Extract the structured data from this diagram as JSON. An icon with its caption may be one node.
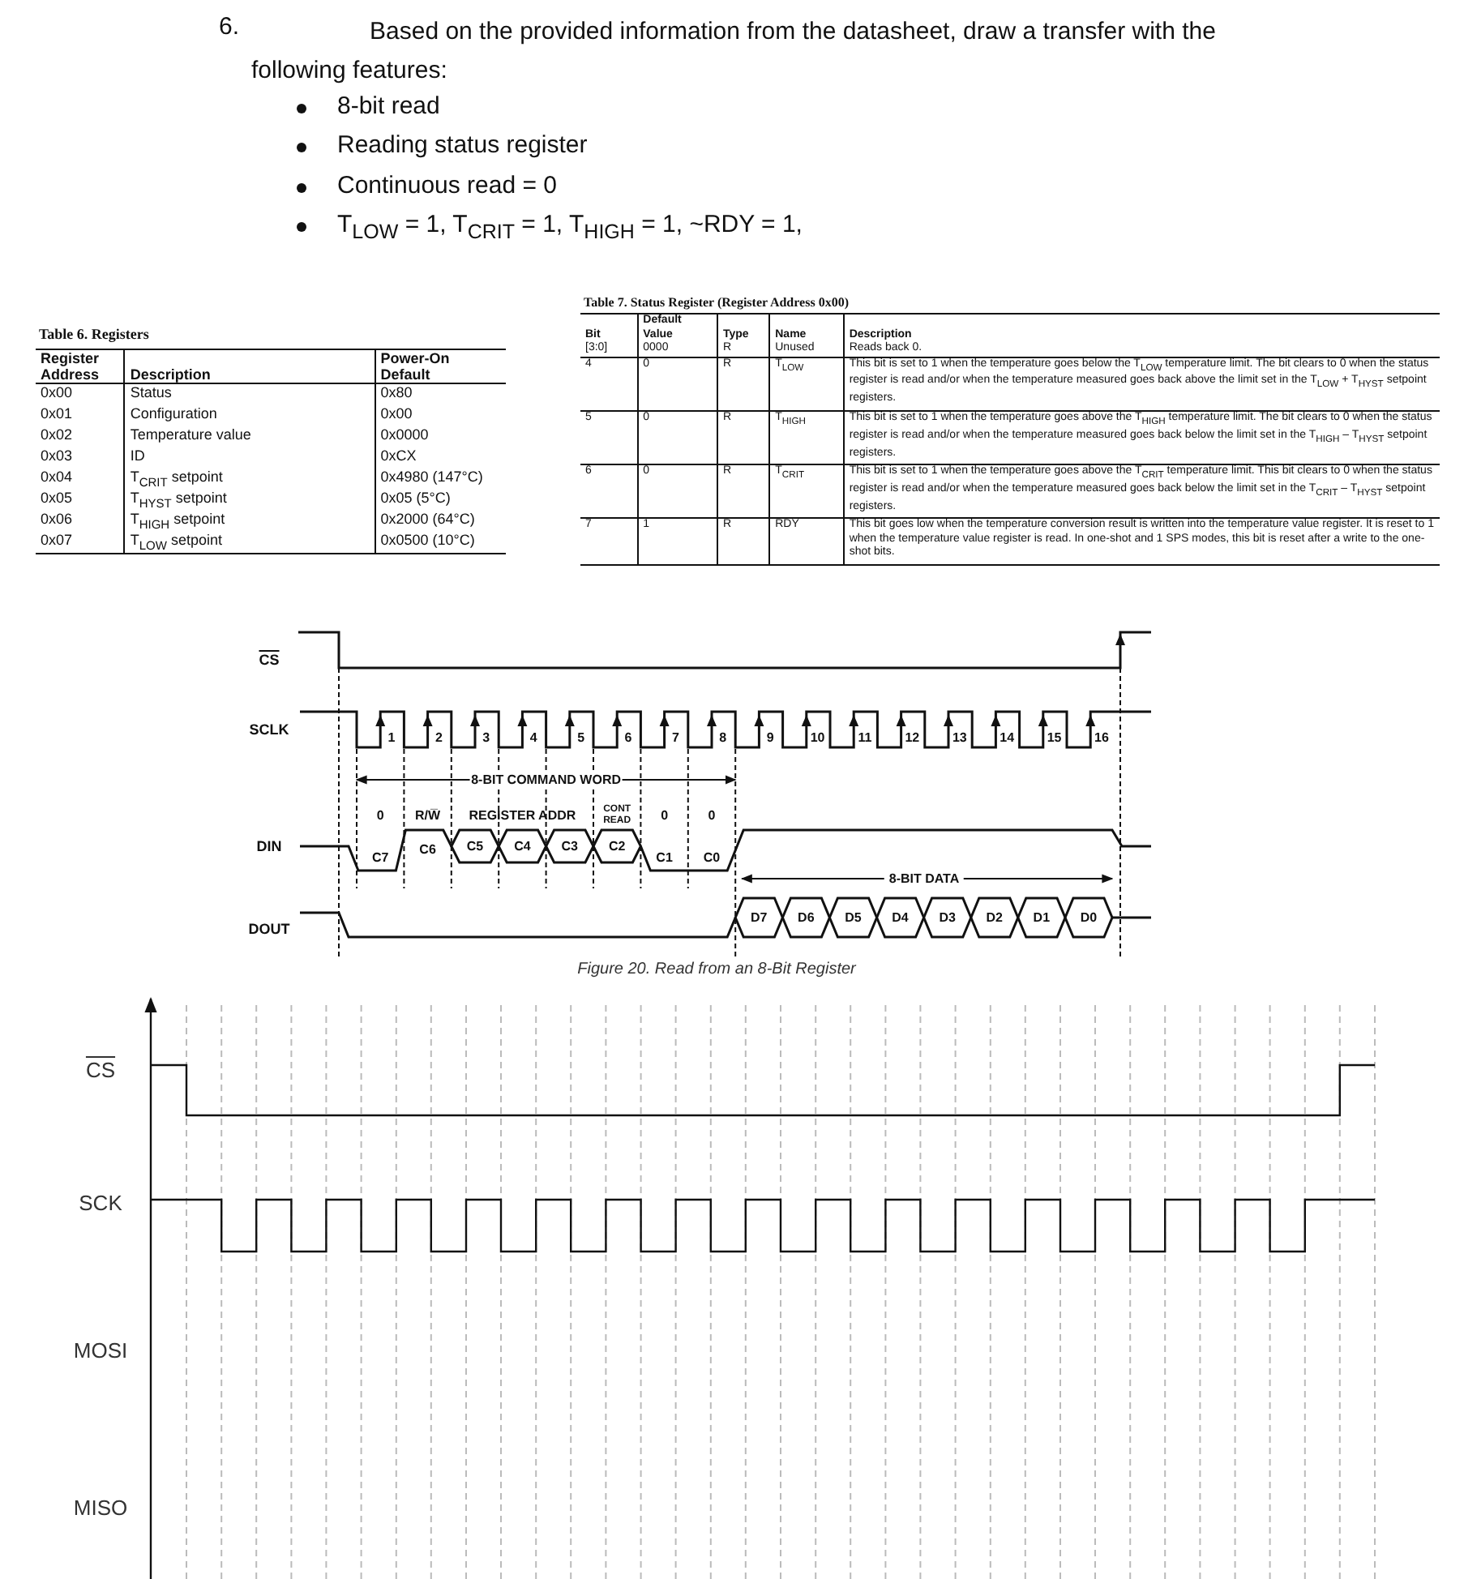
{
  "diagram": {
    "labels": [
      "6.",
      "Based on the provided information from the datasheet, draw a transfer with the following features:",
      "8-bit read",
      "Reading status register",
      "Continuous read = 0",
      "T$_{LOW}$ = 1, T$_{CRIT}$ = 1, T$_{HIGH}$ = 1, ~RDY = 1,",
      "Table 6. Registers",
      "Register Address",
      "Description",
      "Power-On Default",
      "0x00",
      "Status",
      "0x80",
      "0x01",
      "Configuration",
      "0x00",
      "0x02",
      "Temperature value",
      "0x0000",
      "0x03",
      "ID",
      "0xCX",
      "0x04",
      "T$_{CRIT}$ setpoint",
      "0x4980 (147°C)",
      "0x05",
      "T$_{HYST}$ setpoint",
      "0x05 (5°C)",
      "0x06",
      "T$_{HIGH}$ setpoint",
      "0x2000 (64°C)",
      "0x07",
      "T$_{LOW}$ setpoint",
      "0x0500 (10°C)",
      "Table 7. Status Register (Register Address 0x00)",
      "Bit",
      "Default Value",
      "Type",
      "Name",
      "Description",
      "[3:0]",
      "0000",
      "R",
      "Unused",
      "Reads back 0.",
      "4",
      "0",
      "R",
      "T$_{LOW}$",
      "This bit is set to 1 when the temperature goes below the T$_{LOW}$ temperature limit. The bit clears to 0 when the status register is read and/or when the temperature measured goes back above the limit set in the T$_{LOW}$ + T$_{HYST}$ setpoint registers.",
      "5",
      "0",
      "R",
      "T$_{HIGH}$",
      "This bit is set to 1 when the temperature goes above the T$_{HIGH}$ temperature limit. The bit clears to 0 when the status register is read and/or when the temperature measured goes back below the limit set in the T$_{HIGH}$ – T$_{HYST}$ setpoint registers.",
      "6",
      "0",
      "R",
      "T$_{CRIT}$",
      "This bit is set to 1 when the temperature goes above the T$_{CRIT}$ temperature limit. This bit clears to 0 when the status register is read and/or when the temperature measured goes back below the limit set in the T$_{CRIT}$ – T$_{HYST}$ setpoint registers.",
      "7",
      "1",
      "R",
      "RDY",
      "This bit goes low when the temperature conversion result is written into the temperature value register. It is reset to 1 when the temperature value register is read. In one-shot and 1 SPS modes, this bit is reset after a write to the one-shot bits.",
      "CS",
      "SCLK",
      "DIN",
      "DOUT",
      "1",
      "2",
      "3",
      "4",
      "5",
      "6",
      "7",
      "8",
      "9",
      "10",
      "11",
      "12",
      "13",
      "14",
      "15",
      "16",
      "8-BIT COMMAND WORD",
      "0",
      "R/W̅",
      "REGISTER ADDR",
      "CONT READ",
      "0",
      "0",
      "C7",
      "C6",
      "C5",
      "C4",
      "C3",
      "C2",
      "C1",
      "C0",
      "8-BIT DATA",
      "D7",
      "D6",
      "D5",
      "D4",
      "D3",
      "D2",
      "D1",
      "D0",
      "Figure 20. Read from an 8-Bit Register",
      "CS",
      "SCK",
      "MOSI",
      "MISO"
    ]
  }
}
